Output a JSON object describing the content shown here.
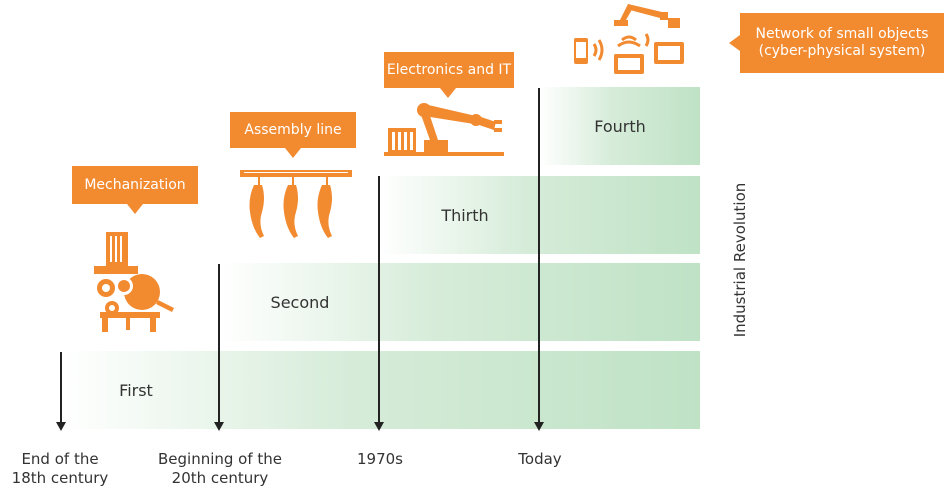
{
  "colors": {
    "accent": "#f28a30",
    "stage_fill": "#bfe2c5",
    "text": "#333333",
    "line": "#222222"
  },
  "stages": [
    {
      "label": "First"
    },
    {
      "label": "Second"
    },
    {
      "label": "Thirth"
    },
    {
      "label": "Fourth"
    }
  ],
  "timeline": [
    {
      "label": "End of the\n18th century"
    },
    {
      "label": "Beginning of the\n20th century"
    },
    {
      "label": "1970s"
    },
    {
      "label": "Today"
    }
  ],
  "callouts": [
    {
      "label": "Mechanization",
      "icon": "loom-machine-icon"
    },
    {
      "label": "Assembly line",
      "icon": "assembly-line-icon"
    },
    {
      "label": "Electronics and IT",
      "icon": "industrial-robot-icon"
    },
    {
      "label": "Network of small objects\n(cyber-physical system)",
      "icon": "networked-devices-icon"
    }
  ],
  "axis_title": "Industrial Revolution"
}
